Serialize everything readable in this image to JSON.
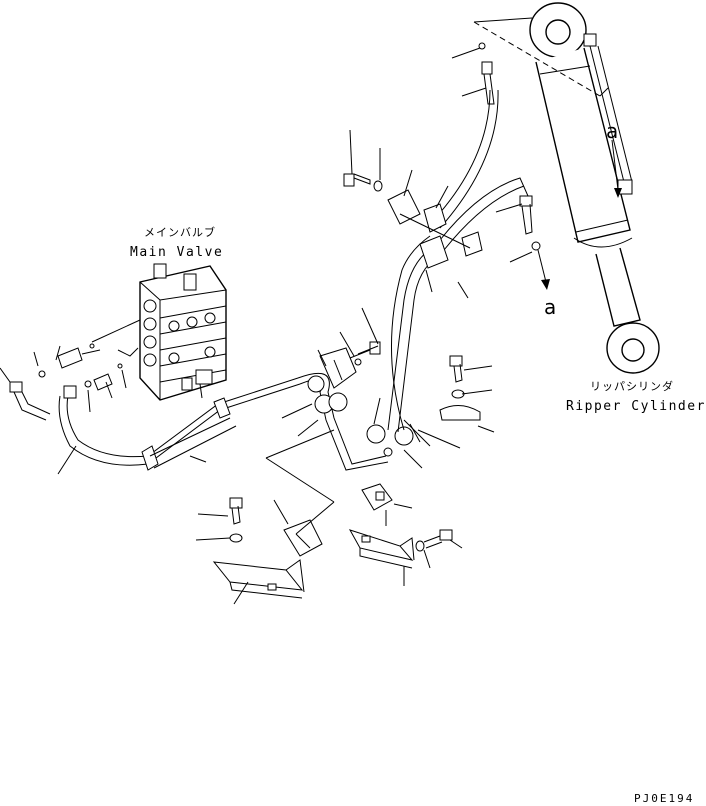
{
  "labels": {
    "main_valve_jp": "メインバルブ",
    "main_valve_en": "Main Valve",
    "ripper_cylinder_jp": "リッパシリンダ",
    "ripper_cylinder_en": "Ripper Cylinder",
    "ref_upper": "a",
    "ref_lower": "a",
    "drawing_code": "PJ0E194"
  }
}
